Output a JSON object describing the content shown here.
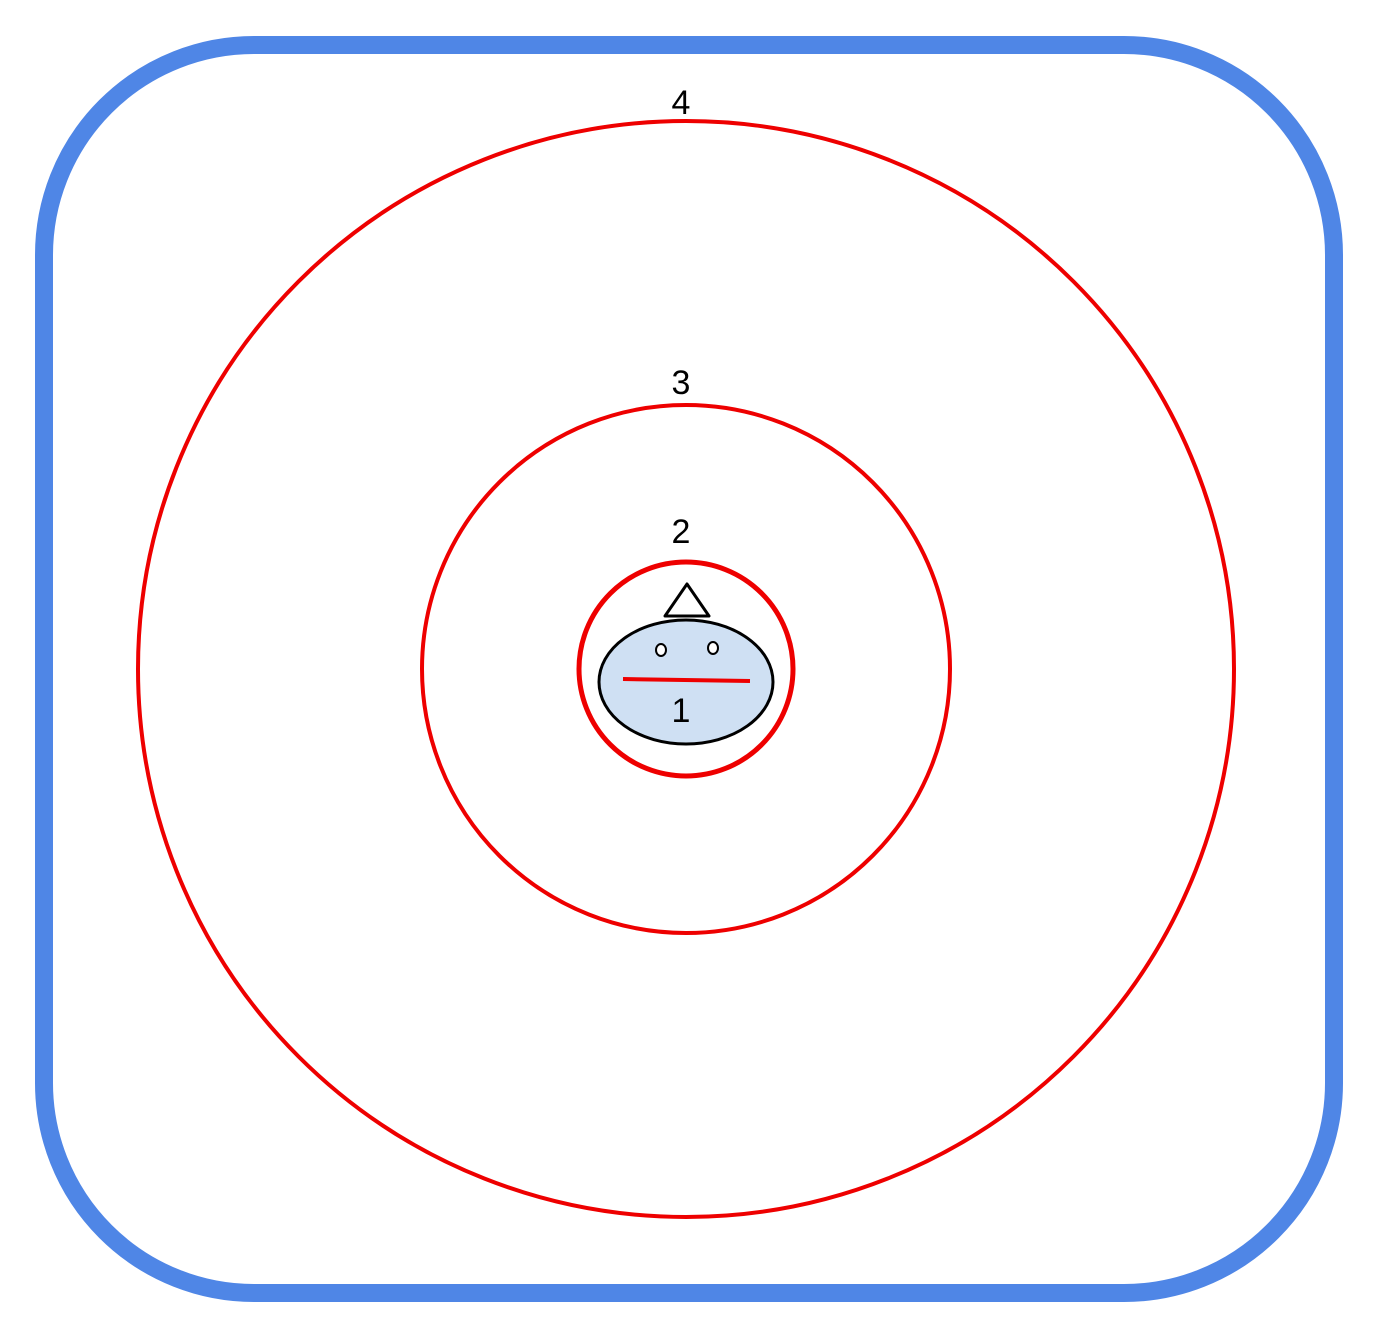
{
  "diagram": {
    "rings": [
      {
        "id": "ring-1",
        "label": "1"
      },
      {
        "id": "ring-2",
        "label": "2"
      },
      {
        "id": "ring-3",
        "label": "3"
      },
      {
        "id": "ring-4",
        "label": "4"
      }
    ],
    "colors": {
      "frame": "#4f86e6",
      "ring": "#ee0000",
      "face_fill": "#cfe0f3",
      "face_stroke": "#000000",
      "mouth": "#ee0000",
      "background": "#ffffff"
    },
    "figure": {
      "icon": "face-icon"
    }
  }
}
